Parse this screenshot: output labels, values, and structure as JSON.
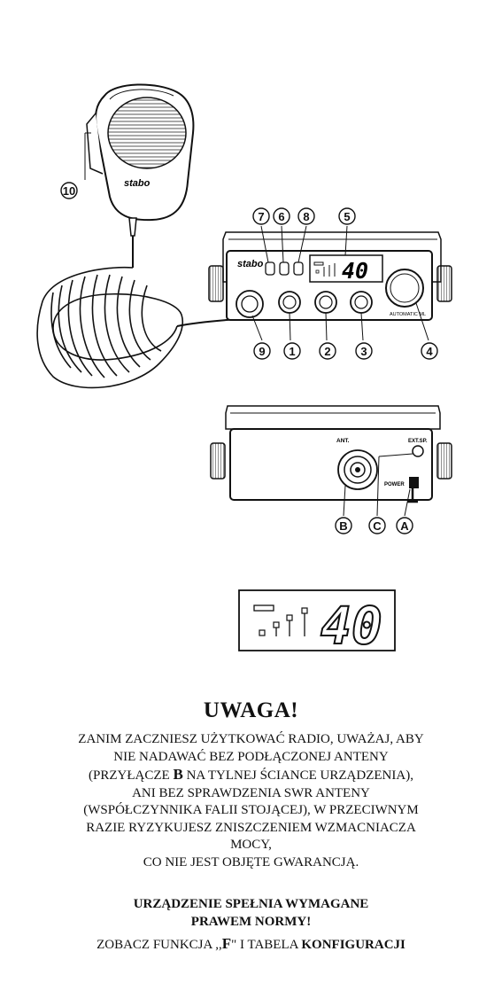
{
  "figure_front": {
    "brand": "stabo",
    "mic_brand": "stabo",
    "channel_display": "40",
    "knob_label": "AUTOMATIC ML",
    "callouts": [
      "10",
      "7",
      "6",
      "8",
      "5",
      "9",
      "1",
      "2",
      "3",
      "4"
    ]
  },
  "figure_rear": {
    "ant_label": "ANT.",
    "ext_label": "EXT.SP.",
    "power_label": "POWER",
    "callouts": [
      "B",
      "C",
      "A"
    ]
  },
  "figure_display": {
    "channel": "40"
  },
  "warning": {
    "title": "UWAGA!",
    "line1": "ZANIM ZACZNIESZ UŻYTKOWAĆ RADIO, UWAŻAJ, ABY",
    "line2": "NIE NADAWAĆ BEZ PODŁĄCZONEJ ANTENY",
    "line3_pre": "(PRZYŁĄCZE ",
    "line3_bold": "B",
    "line3_post": " NA TYLNEJ ŚCIANCE URZĄDZENIA),",
    "line4": "ANI BEZ SPRAWDZENIA SWR ANTENY",
    "line5": "(WSPÓŁCZYNNIKA FALII STOJĄCEJ), W PRZECIWNYM",
    "line6": "RAZIE RYZYKUJESZ ZNISZCZENIEM WZMACNIACZA",
    "line7": "MOCY,",
    "line8": "CO NIE JEST OBJĘTE GWARANCJĄ."
  },
  "norms": {
    "line1": "URZĄDZENIE SPEŁNIA WYMAGANE",
    "line2": "PRAWEM  NORMY!"
  },
  "see_also": {
    "pre": "ZOBACZ FUNKCJA ,,",
    "function_letter": "F",
    "mid": "\" I TABELA  ",
    "bold": "KONFIGURACJI"
  }
}
